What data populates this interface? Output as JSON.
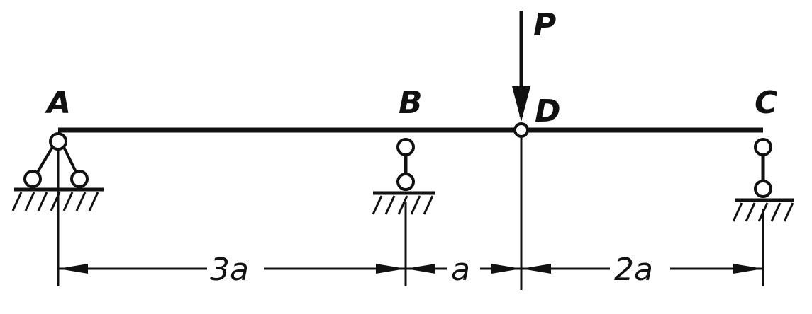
{
  "diagram": {
    "load_label": "P",
    "points": {
      "a": "A",
      "b": "B",
      "d": "D",
      "c": "C"
    },
    "dimensions": {
      "ab": "3a",
      "bd": "a",
      "dc": "2a"
    },
    "colors": {
      "ink": "#111111",
      "background": "#ffffff"
    }
  }
}
